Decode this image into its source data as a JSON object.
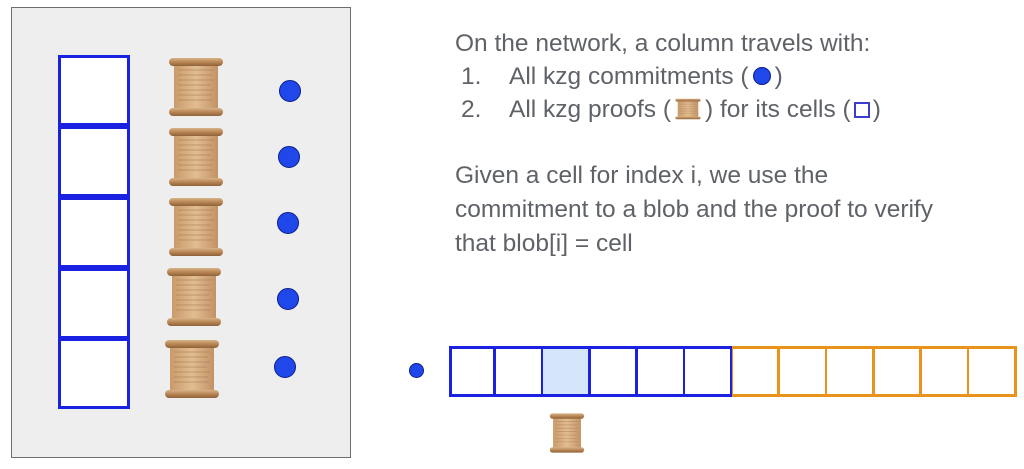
{
  "text": {
    "line1": "On the network, a column travels with:",
    "item1_num": "1.",
    "item1_pre": "All kzg commitments  (",
    "item1_post": ")",
    "item2_num": "2.",
    "item2_pre": "All kzg proofs (",
    "item2_mid": ") for its cells (",
    "item2_post": ")",
    "para1": "Given a cell for index i, we use the",
    "para2": "commitment to a blob and the proof to verify",
    "para3": "that blob[i] = cell"
  },
  "colors": {
    "cell_blue": "#1a21e0",
    "cell_orange": "#e8941a",
    "highlight_fill": "#d6e6fa",
    "dot_blue": "#2047ea",
    "text_gray": "#5f6368",
    "panel_bg": "#eeeeee"
  },
  "column": {
    "cell_count": 5,
    "proof_icon": "scroll-icon",
    "commitment_icon": "blue-dot-icon"
  },
  "blob_row": {
    "cells": [
      {
        "color": "blue",
        "highlighted": false
      },
      {
        "color": "blue",
        "highlighted": false
      },
      {
        "color": "blue",
        "highlighted": true
      },
      {
        "color": "blue",
        "highlighted": false
      },
      {
        "color": "blue",
        "highlighted": false
      },
      {
        "color": "blue",
        "highlighted": false
      },
      {
        "color": "orange",
        "highlighted": false
      },
      {
        "color": "orange",
        "highlighted": false
      },
      {
        "color": "orange",
        "highlighted": false
      },
      {
        "color": "orange",
        "highlighted": false
      },
      {
        "color": "orange",
        "highlighted": false
      },
      {
        "color": "orange",
        "highlighted": false
      }
    ]
  }
}
